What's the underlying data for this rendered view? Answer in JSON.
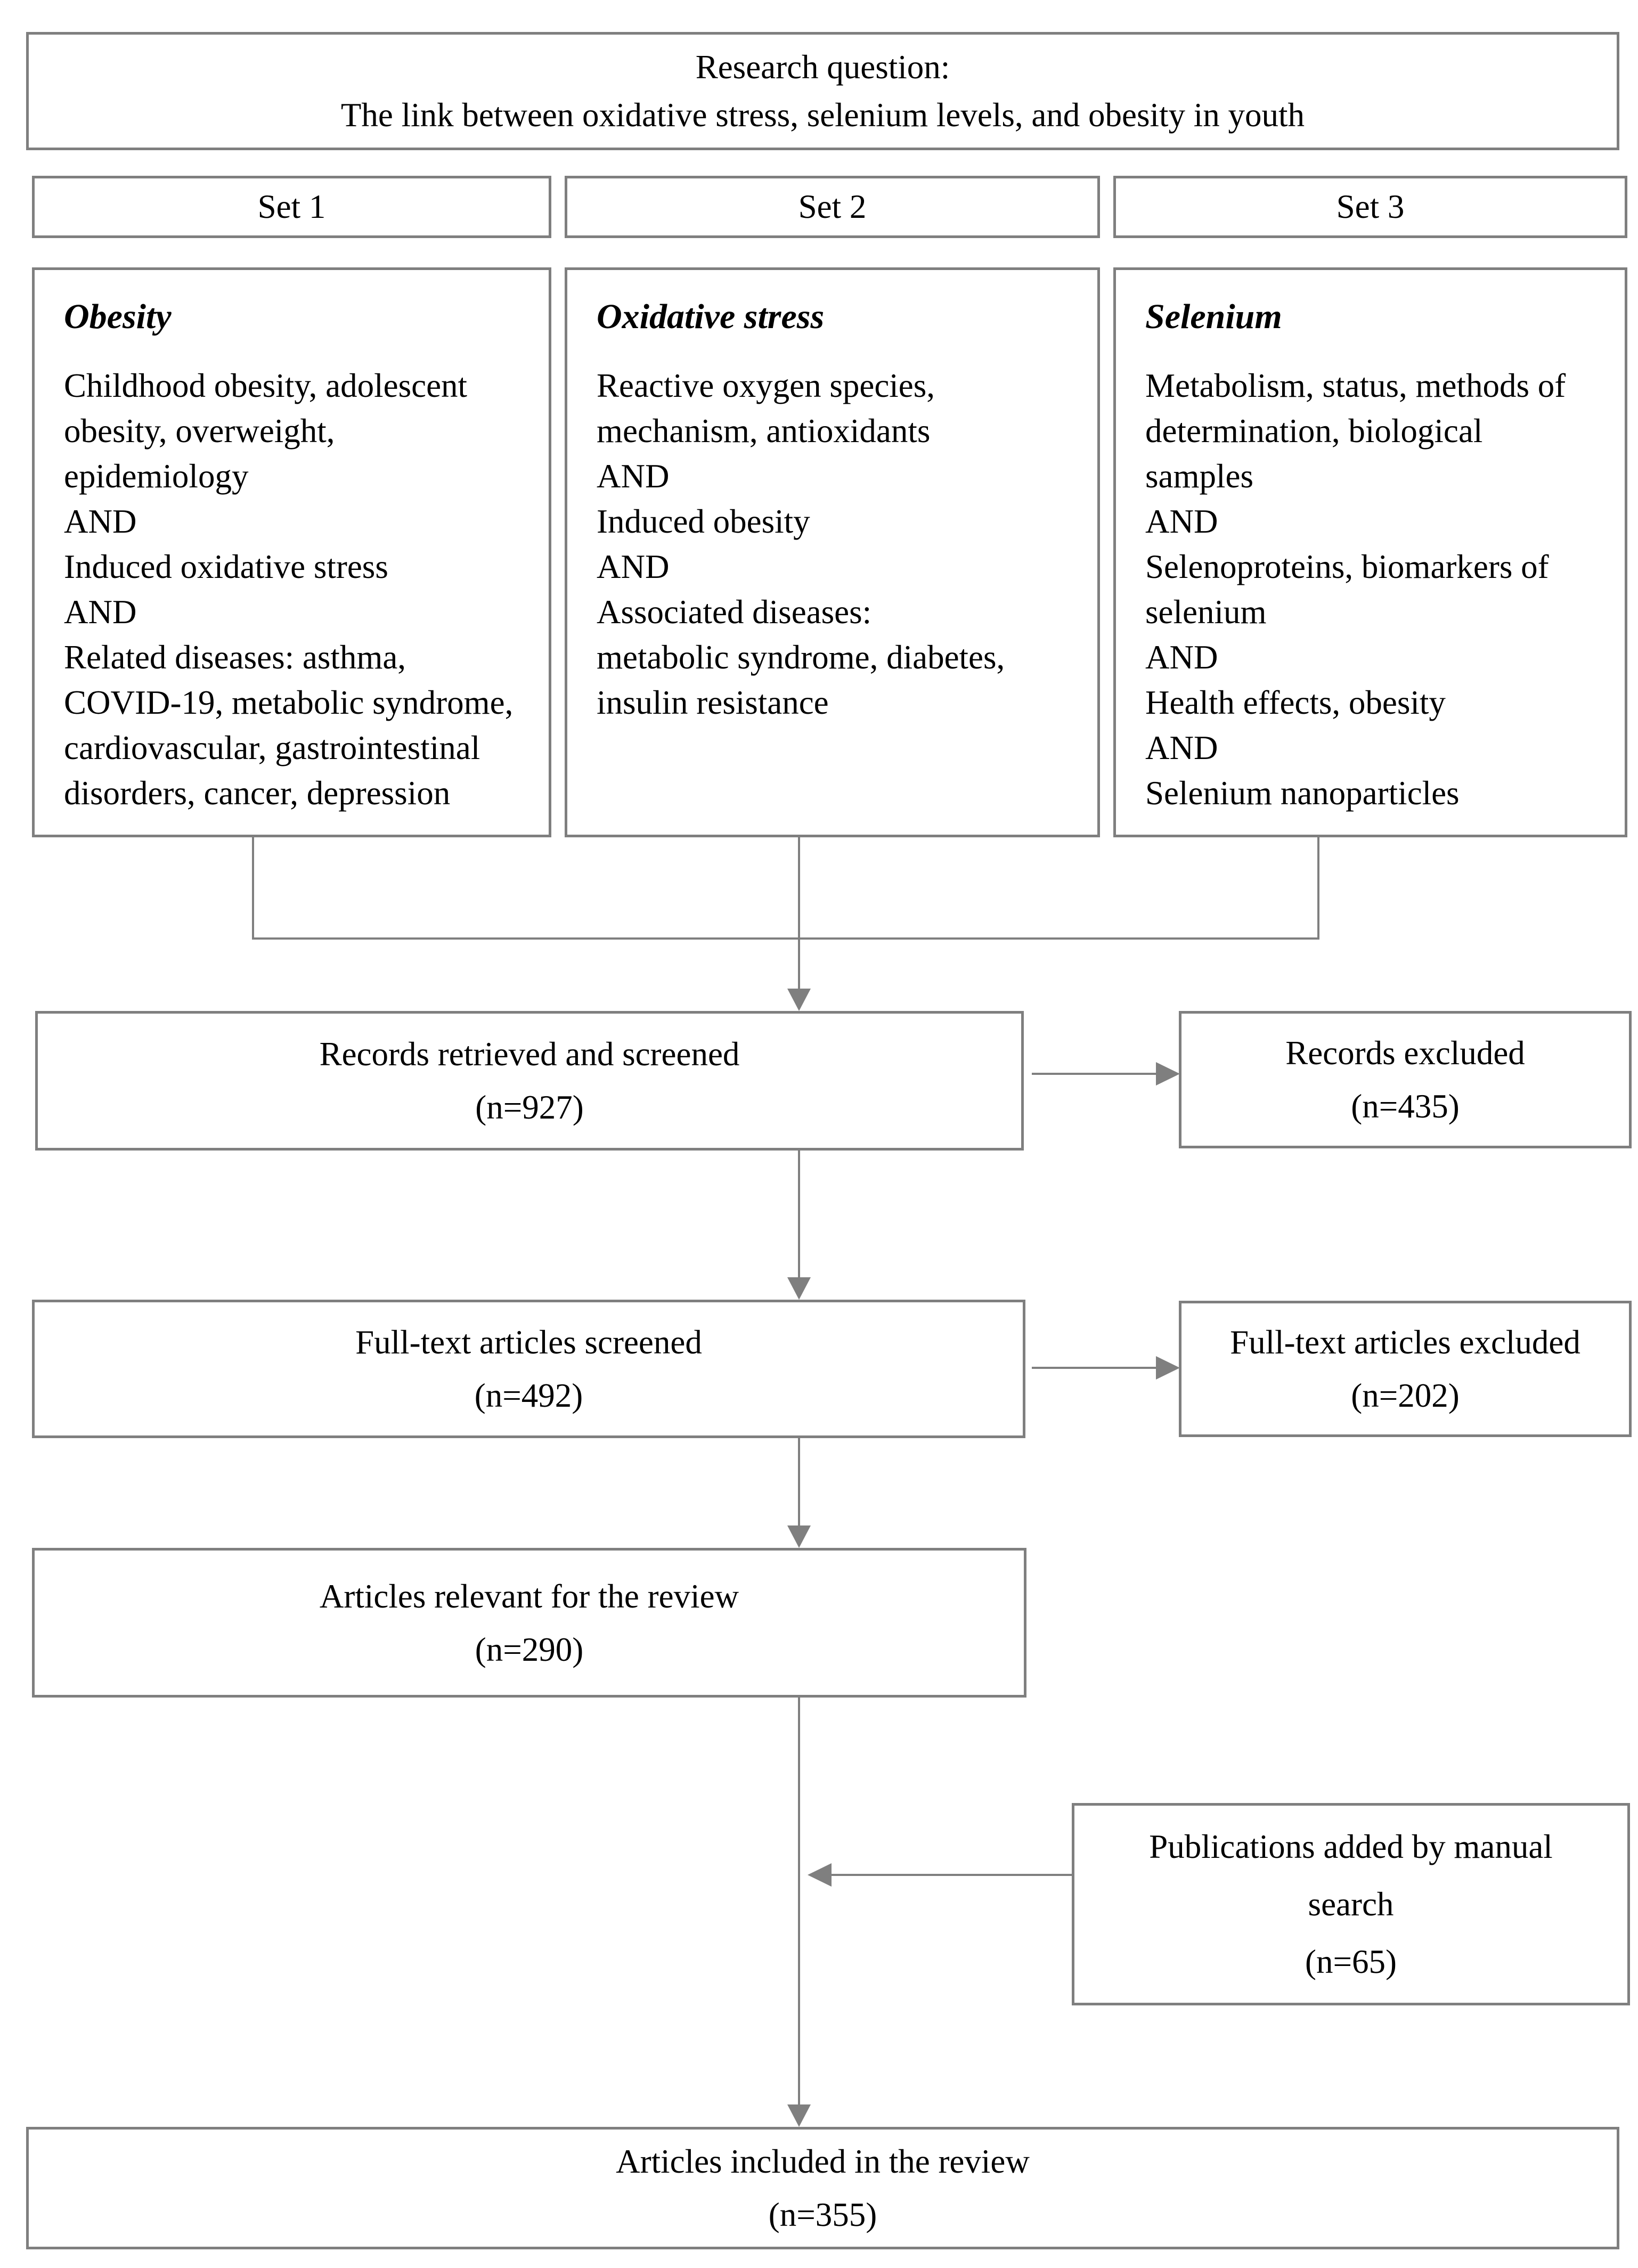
{
  "research_box": {
    "line1": "Research question:",
    "line2": "The link between oxidative stress, selenium levels, and obesity in youth"
  },
  "sets": [
    {
      "header": "Set 1",
      "title": "Obesity",
      "lines": [
        "Childhood obesity, adolescent",
        "obesity, overweight,",
        "epidemiology",
        "AND",
        "Induced oxidative stress",
        "AND",
        "Related diseases: asthma,",
        "COVID-19, metabolic syndrome,",
        "cardiovascular, gastrointestinal",
        "disorders, cancer, depression"
      ]
    },
    {
      "header": "Set 2",
      "title": "Oxidative stress",
      "lines": [
        "Reactive oxygen species,",
        "mechanism, antioxidants",
        "AND",
        "Induced obesity",
        "AND",
        "Associated diseases:",
        "metabolic syndrome, diabetes,",
        "insulin resistance"
      ]
    },
    {
      "header": "Set 3",
      "title": "Selenium",
      "lines": [
        "Metabolism, status, methods of",
        "determination, biological",
        "samples",
        "AND",
        "Selenoproteins, biomarkers of",
        "selenium",
        "AND",
        "Health effects, obesity",
        "AND",
        "Selenium nanoparticles"
      ]
    }
  ],
  "flow": {
    "records": {
      "line1": "Records retrieved and screened",
      "line2": "(n=927)"
    },
    "records_excluded": {
      "line1": "Records excluded",
      "line2": "(n=435)"
    },
    "fulltext": {
      "line1": "Full-text articles screened",
      "line2": "(n=492)"
    },
    "fulltext_excluded": {
      "line1": "Full-text articles excluded",
      "line2": "(n=202)"
    },
    "relevant": {
      "line1": "Articles relevant for the review",
      "line2": "(n=290)"
    },
    "manual": {
      "line1": "Publications added by manual",
      "line2": "search",
      "line3": "(n=65)"
    },
    "included": {
      "line1": "Articles included in the review",
      "line2": "(n=355)"
    }
  },
  "colors": {
    "line_gray": "#7f7f7f",
    "text": "#000000",
    "background": "#ffffff"
  }
}
